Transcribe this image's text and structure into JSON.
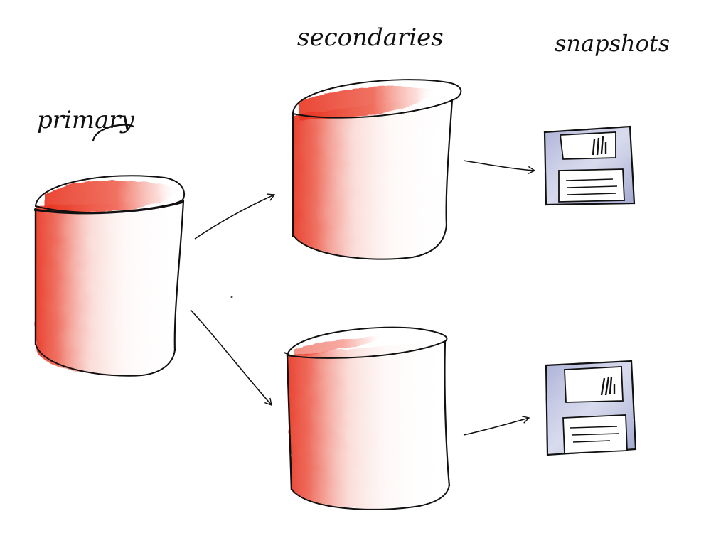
{
  "labels": {
    "primary": "primary",
    "secondaries": "secondaries",
    "snapshots": "snapshots"
  },
  "nodes": [
    {
      "id": "primary",
      "kind": "database",
      "role": "primary"
    },
    {
      "id": "secondary-1",
      "kind": "database",
      "role": "secondary"
    },
    {
      "id": "secondary-2",
      "kind": "database",
      "role": "secondary"
    },
    {
      "id": "snapshot-1",
      "kind": "floppy-disk",
      "role": "snapshot"
    },
    {
      "id": "snapshot-2",
      "kind": "floppy-disk",
      "role": "snapshot"
    }
  ],
  "edges": [
    {
      "from": "primary",
      "to": "secondary-1"
    },
    {
      "from": "primary",
      "to": "secondary-2"
    },
    {
      "from": "secondary-1",
      "to": "snapshot-1"
    },
    {
      "from": "secondary-2",
      "to": "snapshot-2"
    }
  ],
  "colors": {
    "ink": "#111111",
    "watercolor_red": "#e8321e",
    "floppy_blue": "#8e94c4"
  }
}
